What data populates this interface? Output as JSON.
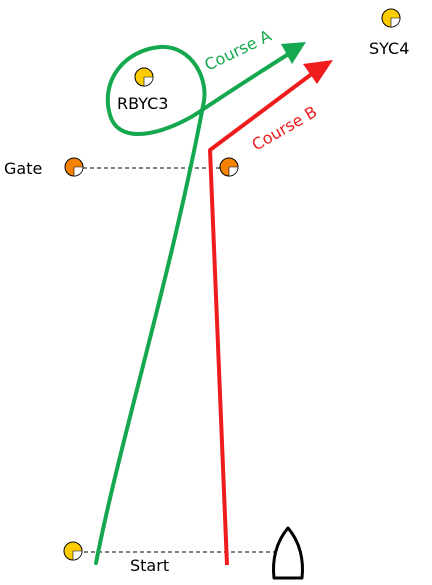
{
  "colors": {
    "course_a": "#16a84f",
    "course_b": "#ee1c1c",
    "mark_yellow": "#ffcc00",
    "mark_orange": "#f58200",
    "line_dashed": "#000000"
  },
  "marks": {
    "syc4": {
      "label": "SYC4",
      "color": "yellow"
    },
    "rbyc3": {
      "label": "RBYC3",
      "color": "yellow"
    },
    "gate_left": {
      "label": "Gate",
      "color": "orange"
    },
    "gate_right": {
      "label": "",
      "color": "orange"
    },
    "start_pin": {
      "label": "Start",
      "color": "yellow"
    }
  },
  "courses": {
    "a": {
      "label": "Course A"
    },
    "b": {
      "label": "Course B"
    }
  },
  "lines": {
    "gate_line": "dashed",
    "start_line": "dashed"
  },
  "committee_boat": {
    "icon": "boat-icon"
  }
}
